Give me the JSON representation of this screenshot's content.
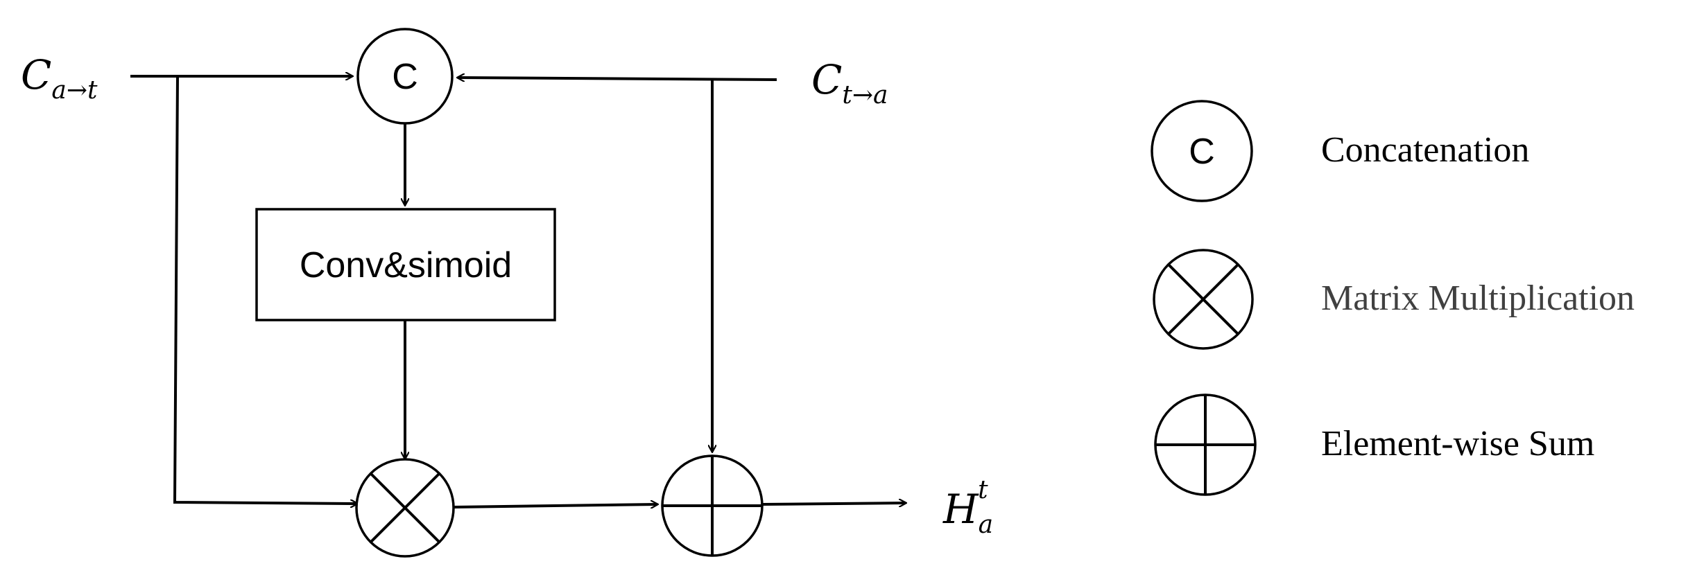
{
  "inputs": {
    "left": {
      "base": "C",
      "sub": "a→t"
    },
    "right": {
      "base": "C",
      "sub": "t→a"
    }
  },
  "output": {
    "base": "H",
    "sub": "a",
    "sup": "t"
  },
  "concat_symbol": "C",
  "conv_block_label": "Conv&simoid",
  "legend": {
    "concat_symbol": "C",
    "concatenation": "Concatenation",
    "matrix_multiplication": "Matrix Multiplication",
    "element_wise_sum": "Element-wise Sum",
    "label_colors": {
      "concatenation": "#000000",
      "matrix_multiplication": "#404040",
      "element_wise_sum": "#000000"
    }
  }
}
